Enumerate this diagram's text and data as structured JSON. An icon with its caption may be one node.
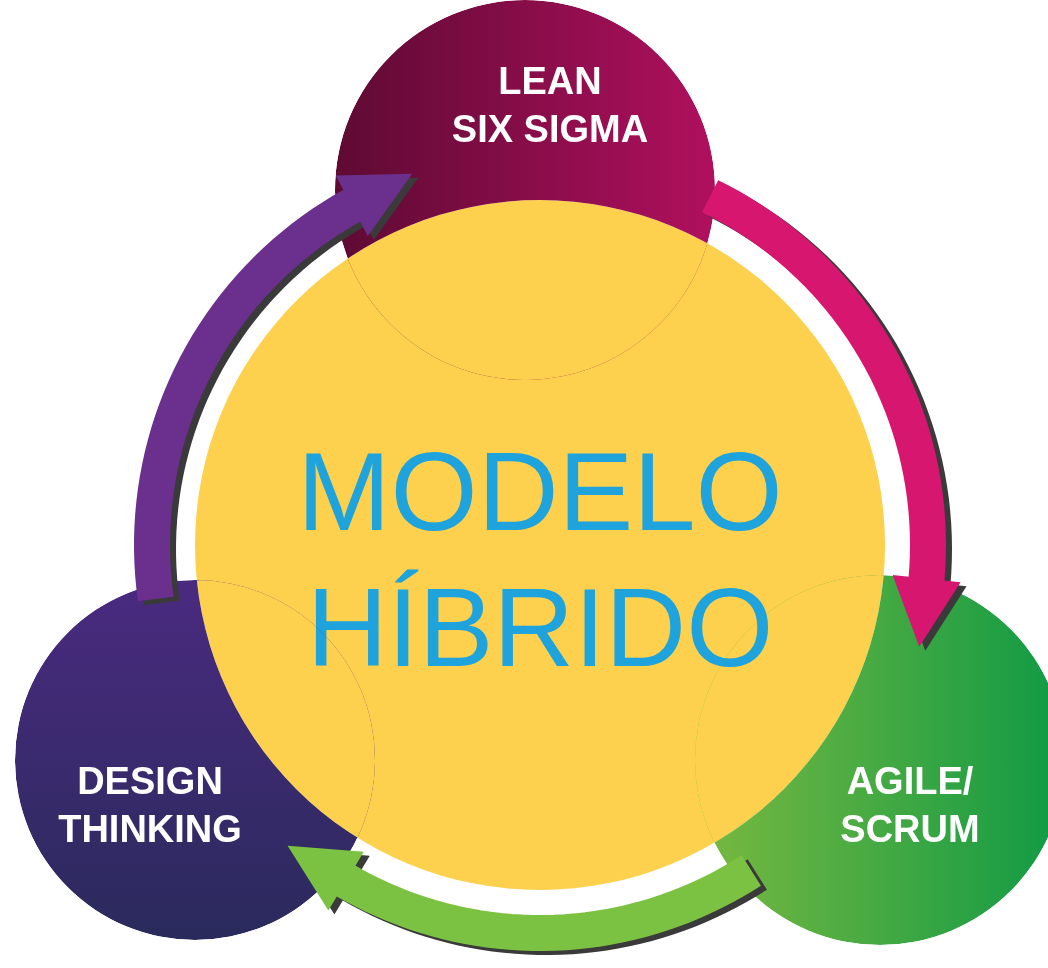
{
  "diagram": {
    "nodes": [
      {
        "text": [
          "LEAN SIX SIGMA"
        ]
      },
      {
        "text": [
          "AGILE/ SCRUM"
        ]
      },
      {
        "text": [
          "DESIGN THINKING"
        ]
      },
      {
        "text": [
          "MODELO HÍBRIDO"
        ]
      }
    ],
    "edges": [
      {
        "from": 0,
        "to": 1,
        "arrow": "to",
        "color": "#d6166f"
      },
      {
        "from": 1,
        "to": 2,
        "arrow": "to",
        "color": "#7cc242"
      },
      {
        "from": 2,
        "to": 0,
        "arrow": "to",
        "color": "#6b2f8e"
      }
    ]
  }
}
